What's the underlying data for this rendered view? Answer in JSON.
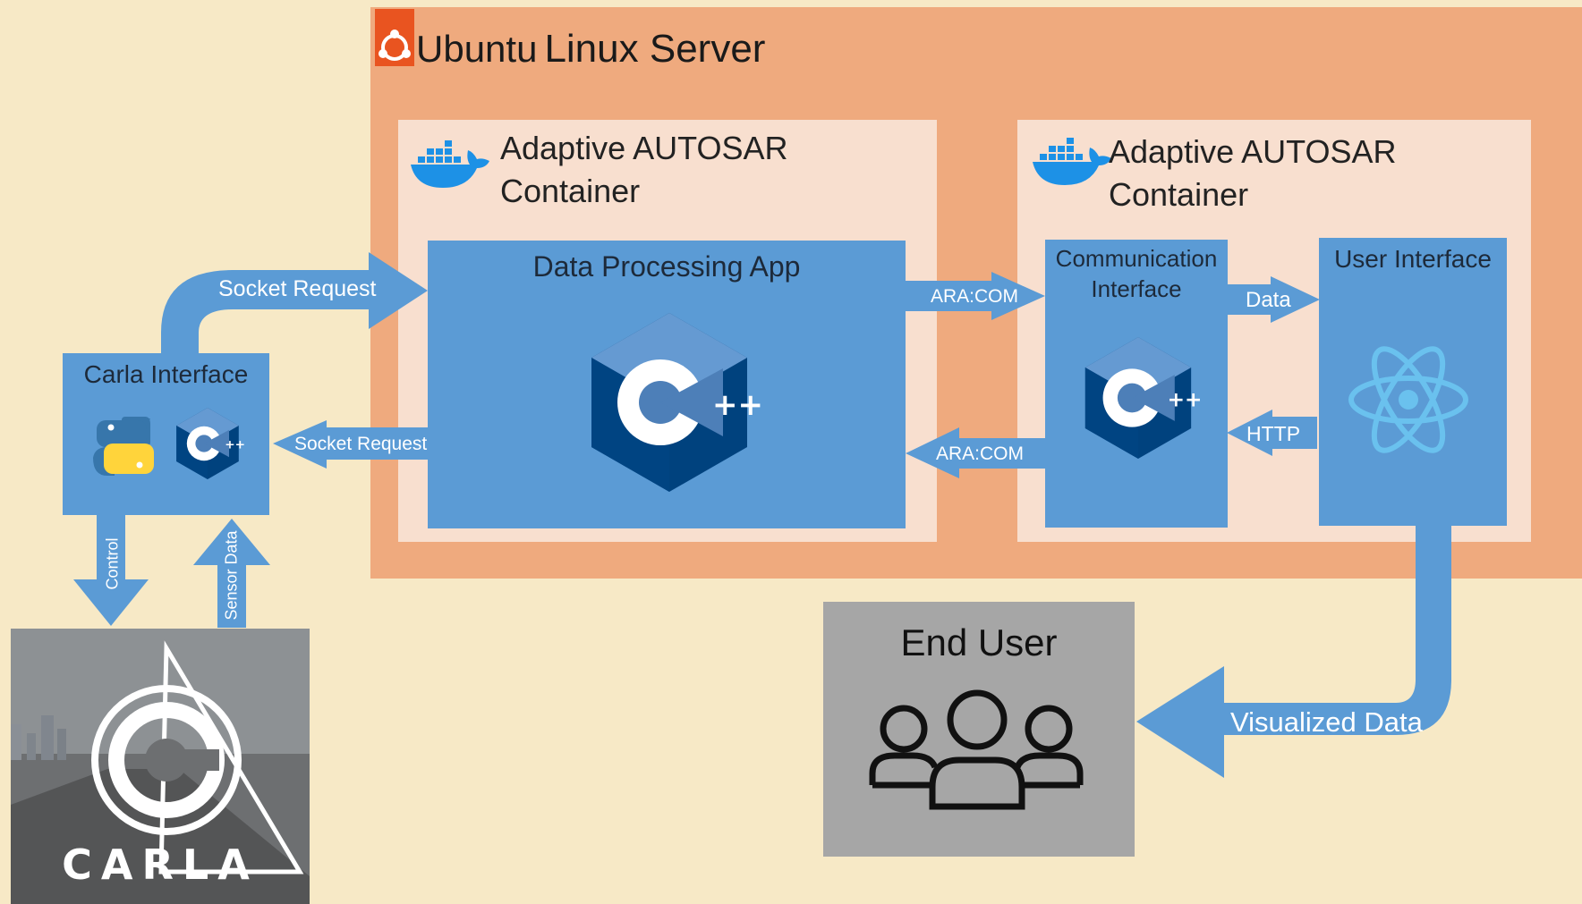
{
  "server": {
    "brand": "Ubuntu",
    "title": "Linux Server"
  },
  "containers": [
    {
      "line1": "Adaptive AUTOSAR",
      "line2": "Container"
    },
    {
      "line1": "Adaptive AUTOSAR",
      "line2": "Container"
    }
  ],
  "boxes": {
    "data_processing": "Data Processing App",
    "comm_line1": "Communication",
    "comm_line2": "Interface",
    "user_interface": "User Interface",
    "carla_interface": "Carla Interface",
    "end_user": "End User"
  },
  "arrows": {
    "socket_request_top": "Socket Request",
    "socket_request_bottom": "Socket Request",
    "ara_com_top": "ARA:COM",
    "ara_com_bottom": "ARA:COM",
    "data": "Data",
    "http": "HTTP",
    "visualized_data": "Visualized Data",
    "control": "Control",
    "sensor_data": "Sensor Data"
  },
  "logos": {
    "cpp_mark": "++",
    "carla_word": "CARLA"
  },
  "icons": [
    "ubuntu-logo-icon",
    "docker-icon",
    "cpp-logo-icon",
    "python-logo-icon",
    "react-logo-icon",
    "users-group-icon",
    "carla-logo-icon"
  ],
  "colors": {
    "background": "#f7e9c6",
    "server": "#efaa7e",
    "container": "#f8dfcf",
    "box": "#5b9bd5",
    "ubuntu": "#e95420",
    "end_user_box": "#a6a6a6"
  }
}
